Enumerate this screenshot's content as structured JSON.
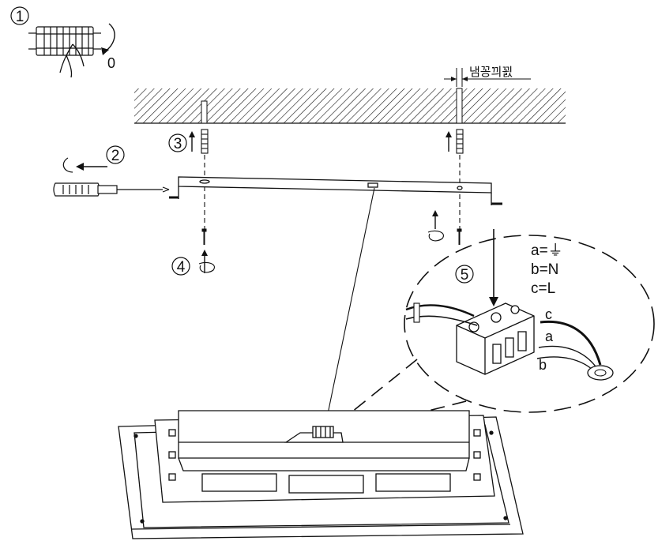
{
  "steps": {
    "step1": "1",
    "step2": "2",
    "step3": "3",
    "step4": "4",
    "step5": "5"
  },
  "labels": {
    "power_off": "0",
    "distance": "냄꽁끠꾌",
    "legend_a": "a=⏚",
    "legend_b": "b=N",
    "legend_c": "c=L",
    "wire_c": "c",
    "wire_a": "a",
    "wire_b": "b"
  },
  "colors": {
    "line": "#111111",
    "background": "#ffffff"
  }
}
